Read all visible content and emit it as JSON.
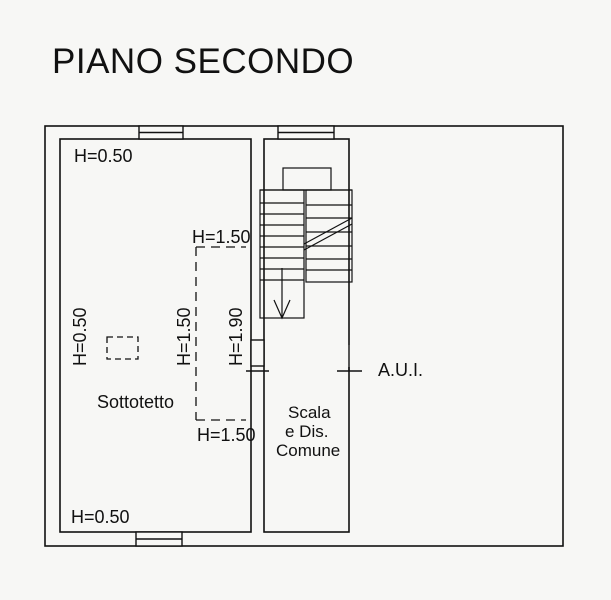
{
  "title": "PIANO SECONDO",
  "labels": {
    "h_top_left": "H=0.50",
    "h_left_vertical": "H=0.50",
    "h_bottom_left": "H=0.50",
    "h_slope_top": "H=1.50",
    "h_slope_vertical": "H=1.50",
    "h_slope_bottom": "H=1.50",
    "h_partition_vertical": "H=1.90",
    "room_attic": "Sottotetto",
    "stair_line1": "Scala",
    "stair_line2": "e Dis.",
    "stair_line3": "Comune",
    "aui": "A.U.I."
  },
  "colors": {
    "ink": "#111111",
    "paper": "#f7f7f5"
  }
}
